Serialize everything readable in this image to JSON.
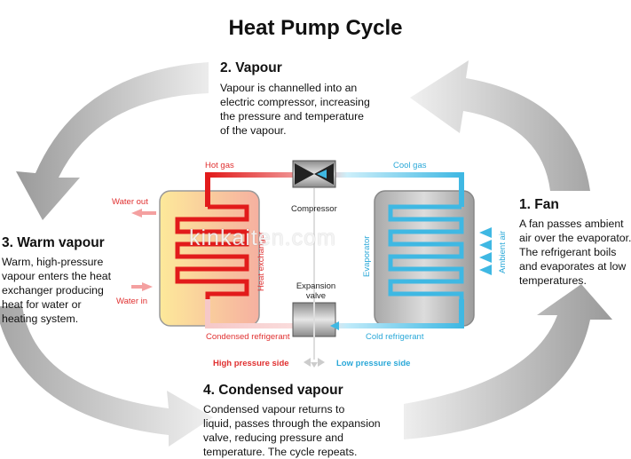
{
  "title": "Heat Pump Cycle",
  "steps": {
    "vapour": {
      "heading": "2. Vapour",
      "lines": [
        "Vapour is channelled into an",
        "electric compressor, increasing",
        "the pressure and temperature",
        "of the vapour."
      ]
    },
    "fan": {
      "heading": "1. Fan",
      "lines": [
        "A fan passes ambient",
        "air over the evaporator.",
        "The refrigerant boils",
        "and evaporates at low",
        "temperatures."
      ]
    },
    "warm_vapour": {
      "heading": "3. Warm vapour",
      "lines": [
        "Warm, high-pressure",
        "vapour enters the heat",
        "exchanger producing",
        "heat for water or",
        "heating system."
      ]
    },
    "condensed_vapour": {
      "heading": "4. Condensed vapour",
      "lines": [
        "Condensed vapour returns to",
        "liquid, passes through the expansion",
        "valve, reducing pressure and",
        "temperature. The cycle repeats."
      ]
    }
  },
  "labels": {
    "hot_gas": "Hot gas",
    "cool_gas": "Cool gas",
    "compressor": "Compressor",
    "water_out": "Water out",
    "water_in": "Water in",
    "heat_exchanger": "Heat exchanger",
    "evaporator": "Evaporator",
    "ambient_air": "Ambient air",
    "expansion_valve_1": "Expansion",
    "expansion_valve_2": "valve",
    "condensed_refrigerant": "Condensed refrigerant",
    "cold_refrigerant": "Cold refrigerant",
    "high_pressure_side": "High pressure side",
    "low_pressure_side": "Low pressure side"
  },
  "watermark": "kinkaiten.com",
  "colors": {
    "hot": "#e21b1b",
    "cold": "#3fb8e3",
    "arrow": "#b9b9b9"
  }
}
